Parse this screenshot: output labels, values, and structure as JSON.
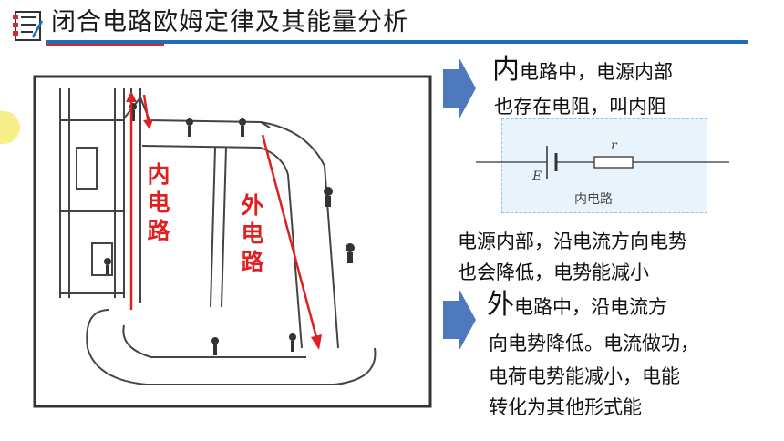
{
  "slide": {
    "title": "闭合电路欧姆定律及其能量分析"
  },
  "illustration": {
    "inner_label": [
      "内",
      "电",
      "路"
    ],
    "outer_label": [
      "外",
      "电",
      "路"
    ]
  },
  "inner_circuit": {
    "heading_big": "内",
    "heading_rest": "电路中，电源内部",
    "line2": "也存在电阻，叫内阻",
    "diagram": {
      "emf_label": "E",
      "resistor_label": "r",
      "caption": "内电路"
    }
  },
  "inner_drop": {
    "line1": "电源内部，沿电流方向电势",
    "line2": "也会降低，电势能减小"
  },
  "outer_circuit": {
    "heading_big": "外",
    "heading_rest": "电路中，沿电流方",
    "line2": "向电势降低。电流做功，",
    "line3": "电荷电势能减小，电能",
    "line4": "转化为其他形式能"
  },
  "colors": {
    "accent_blue": "#1e6fb8",
    "accent_red": "#d9272e",
    "label_red": "#e02020",
    "arrow_blue": "#4f79bd",
    "diagram_bg": "#e9f3fb"
  }
}
